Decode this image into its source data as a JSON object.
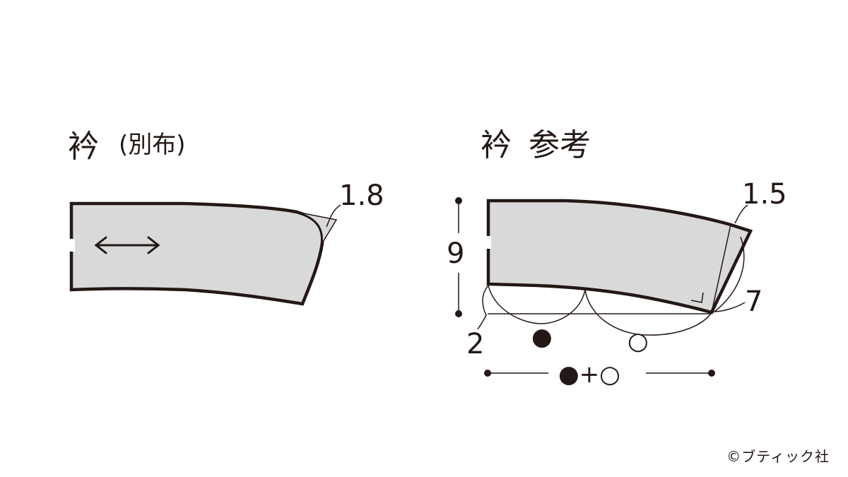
{
  "diagram": {
    "left_title": "衿",
    "left_subtitle": "(別布)",
    "left_seam_allowance": "1.8",
    "right_title": "衿",
    "right_subtitle": "参考",
    "right_height": "9",
    "right_top_offset": "1.5",
    "right_end_height": "7",
    "right_bottom_offset": "2",
    "symbol_filled": "●",
    "symbol_open": "○",
    "total_length_formula": "●+○",
    "copyright": "©ブティック社"
  },
  "colors": {
    "fill": "#d9d9d9",
    "stroke": "#231815"
  }
}
